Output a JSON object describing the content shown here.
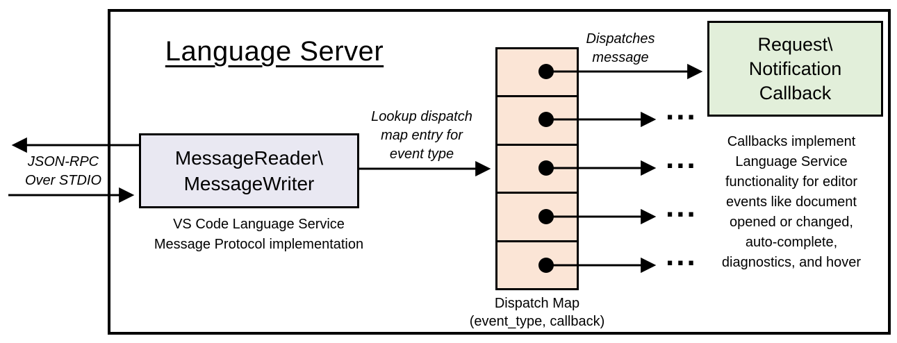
{
  "title": "Language Server",
  "io_label": {
    "line1": "JSON-RPC",
    "line2": "Over STDIO"
  },
  "message_box": {
    "line1": "MessageReader\\",
    "line2": "MessageWriter",
    "caption_line1": "VS Code Language Service",
    "caption_line2": "Message Protocol implementation"
  },
  "lookup_label": {
    "line1": "Lookup dispatch",
    "line2": "map entry for",
    "line3": "event type"
  },
  "dispatches_label": {
    "line1": "Dispatches",
    "line2": "message"
  },
  "dispatch_map": {
    "cell_count": 5,
    "caption_line1": "Dispatch Map",
    "caption_line2": "(event_type, callback)"
  },
  "callback_box": {
    "line1": "Request\\",
    "line2": "Notification",
    "line3": "Callback"
  },
  "callback_note": {
    "lines": [
      "Callbacks implement",
      "Language Service",
      "functionality for editor",
      "events like document",
      "opened or changed,",
      "auto-complete,",
      "diagnostics, and hover"
    ]
  },
  "ellipsis": "...",
  "colors": {
    "message_box_fill": "#E9E8F2",
    "dispatch_cell_fill": "#FBE5D6",
    "callback_box_fill": "#E2EFDA",
    "line_color": "#000000"
  }
}
